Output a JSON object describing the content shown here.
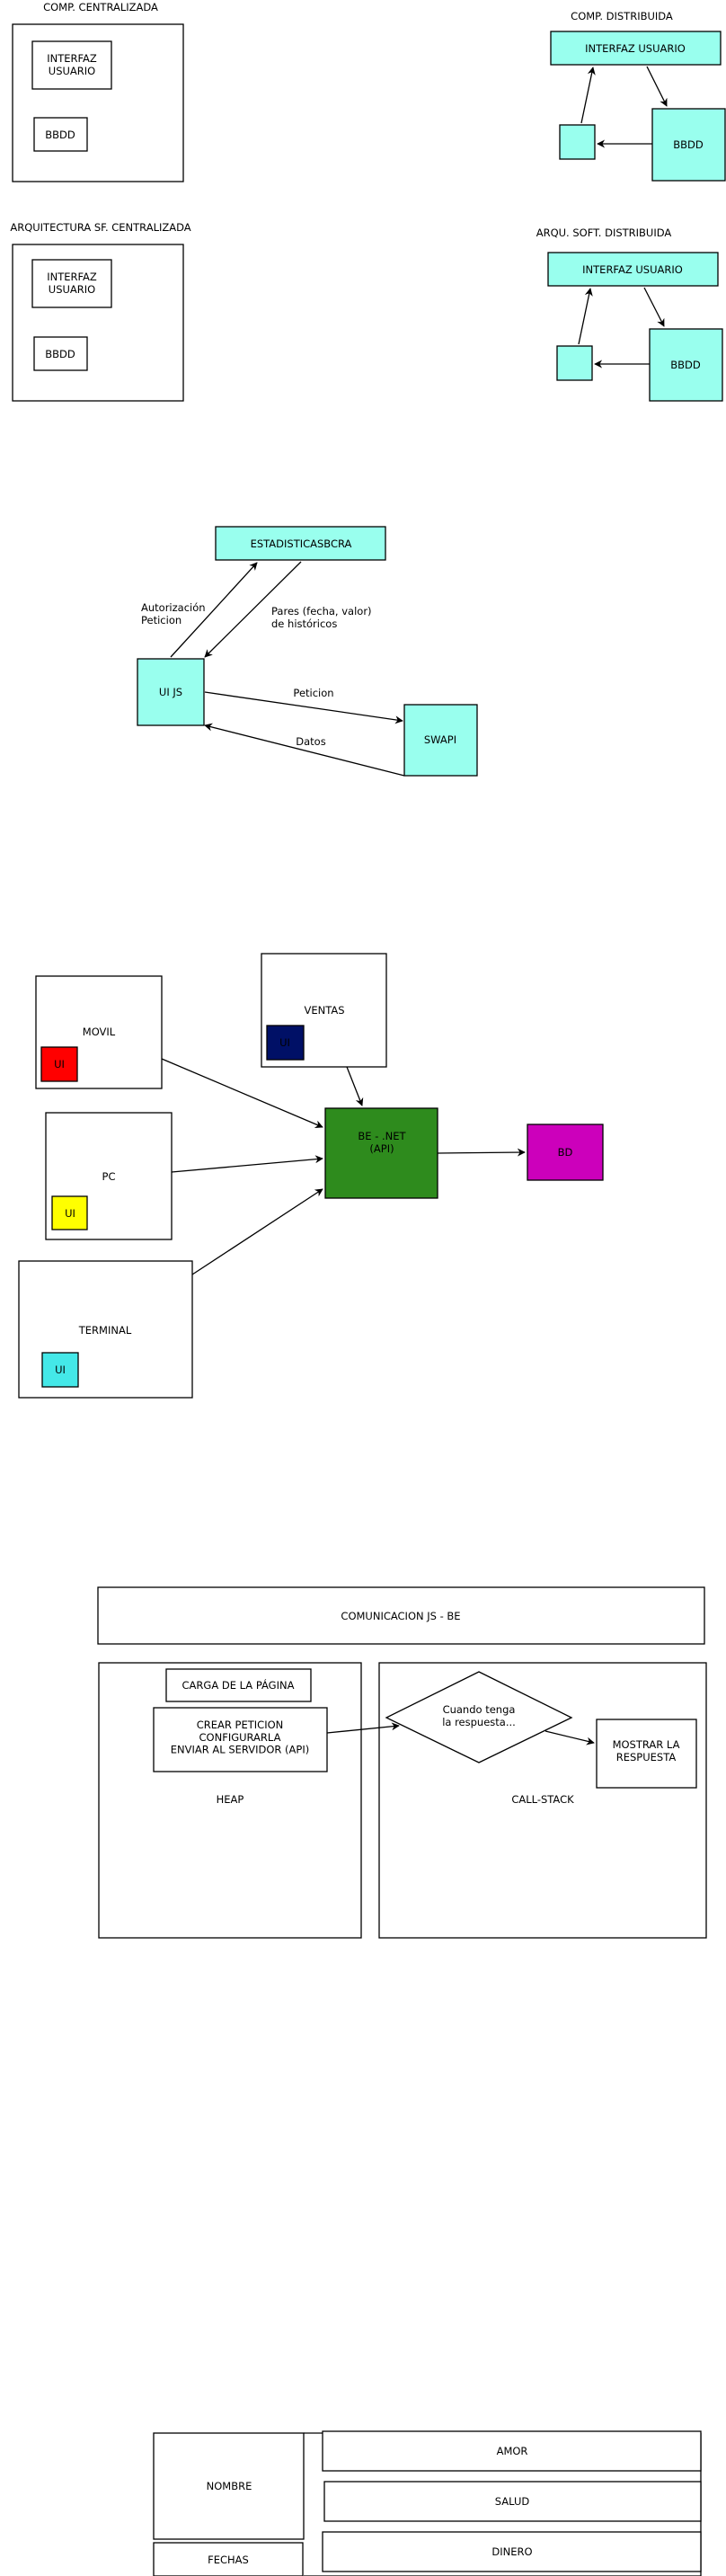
{
  "colors": {
    "cyan": "#99ffee",
    "navy": "#001066",
    "red": "#ff0000",
    "yellow": "#ffff00",
    "teal": "#44e8e8",
    "green": "#2e8b1d",
    "magenta": "#cc00bb",
    "stroke": "#000000"
  },
  "architectures": {
    "centralized_comp": {
      "title": "COMP. CENTRALIZADA",
      "ui_box": "INTERFAZ\nUSUARIO",
      "db_box": "BBDD"
    },
    "distributed_comp": {
      "title": "COMP. DISTRIBUIDA",
      "ui_box": "INTERFAZ USUARIO",
      "db_box": "BBDD"
    },
    "centralized_sw": {
      "title": "ARQUITECTURA SF. CENTRALIZADA",
      "ui_box": "INTERFAZ\nUSUARIO",
      "db_box": "BBDD"
    },
    "distributed_sw": {
      "title": "ARQU. SOFT. DISTRIBUIDA",
      "ui_box": "INTERFAZ USUARIO",
      "db_box": "BBDD"
    }
  },
  "stats_flow": {
    "server": "ESTADISTICASBCRA",
    "client": "UI JS",
    "external_api": "SWAPI",
    "arrow_auth": "Autorización\nPeticion",
    "arrow_pairs": "Pares (fecha, valor)\nde históricos",
    "arrow_request": "Peticion",
    "arrow_data": "Datos"
  },
  "backend_map": {
    "mobile": "MOVIL",
    "pc": "PC",
    "terminal": "TERMINAL",
    "sales": "VENTAS",
    "ui_tag": "UI",
    "backend": "BE - .NET\n\n(API)",
    "database": "BD"
  },
  "js_comm": {
    "title": "COMUNICACION JS - BE",
    "heap_label": "HEAP",
    "callstack_label": "CALL-STACK",
    "load_page": "CARGA DE LA PÁGINA",
    "create_request": "CREAR PETICION\nCONFIGURARLA\nENVIAR AL SERVIDOR (API)",
    "when_response": "Cuando tenga\nla respuesta...",
    "show_response": "MOSTRAR LA\nRESPUESTA"
  },
  "profile_table": {
    "name": "NOMBRE",
    "dates": "FECHAS",
    "rows": [
      "AMOR",
      "SALUD",
      "DINERO"
    ]
  }
}
